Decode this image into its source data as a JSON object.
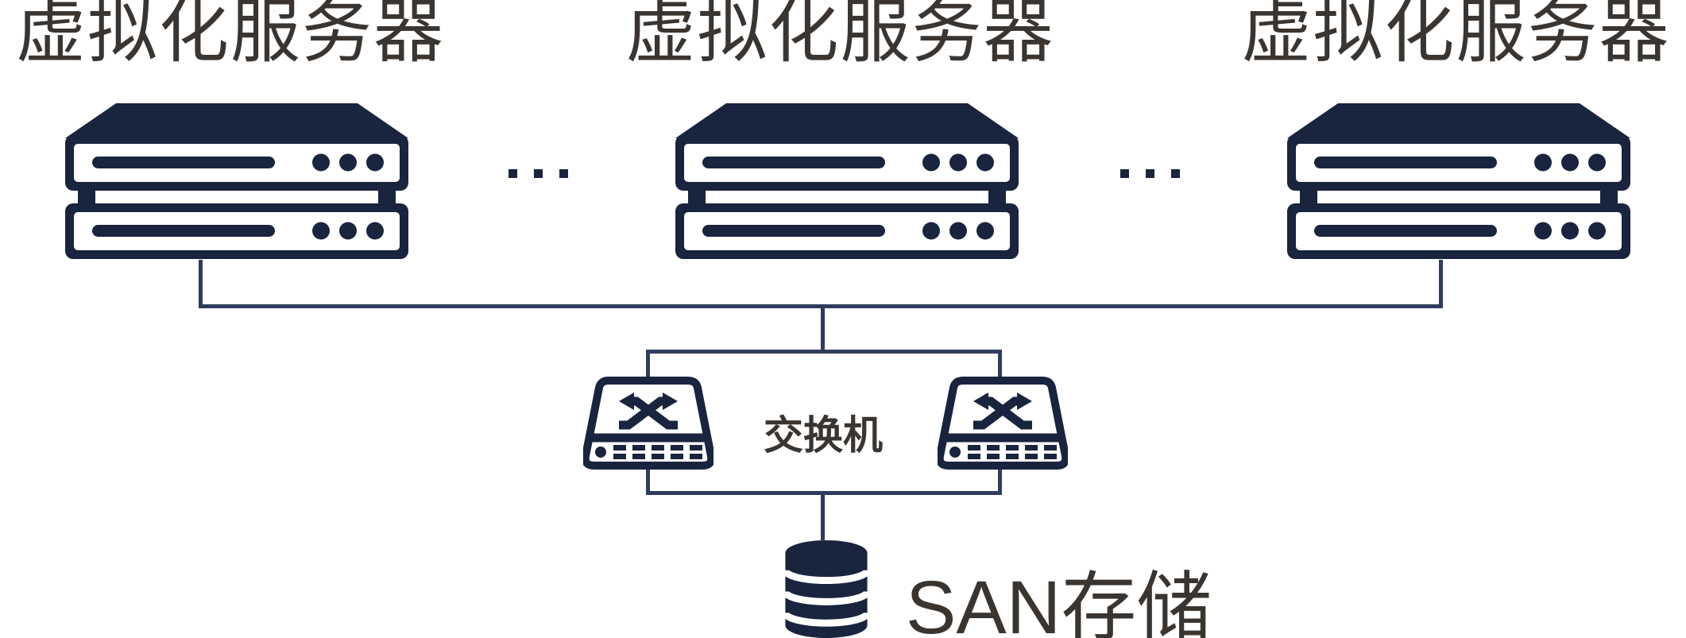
{
  "diagram": {
    "background": "#ffffff",
    "colors": {
      "icon": "#19243E",
      "line": "#2E3D5E",
      "text": "#3A3531"
    },
    "servers": [
      {
        "label": "虚拟化服务器",
        "icon": "rack-server-icon"
      },
      {
        "label": "虚拟化服务器",
        "icon": "rack-server-icon"
      },
      {
        "label": "虚拟化服务器",
        "icon": "rack-server-icon"
      }
    ],
    "ellipses": [
      {
        "label": "..."
      },
      {
        "label": "..."
      }
    ],
    "switch_group": {
      "label": "交换机",
      "count": 2,
      "icon": "network-switch-icon"
    },
    "storage": {
      "label": "SAN存储",
      "icon": "san-storage-database-icon"
    }
  }
}
